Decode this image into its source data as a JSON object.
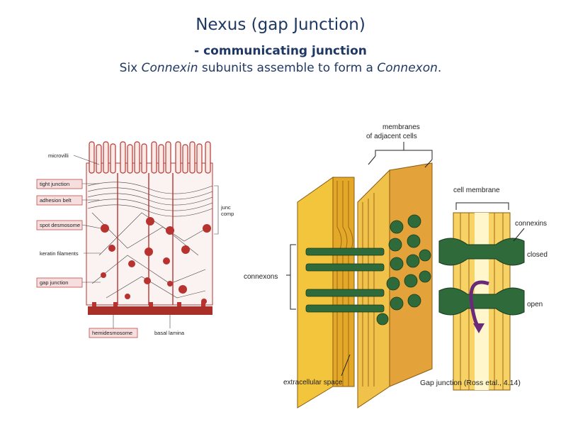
{
  "slide": {
    "title": "Nexus (gap Junction)",
    "subtitle": "- communicating junction",
    "line3": {
      "part1": "Six ",
      "em1": "Connexin",
      "part2": " subunits assemble to form a ",
      "em2": "Connexon",
      "part3": "."
    }
  },
  "left_figure": {
    "labels": {
      "microvilli": "microvilli",
      "tight_junction": "tight junction",
      "adhesion_belt": "adhesion belt",
      "spot_desmosome": "spot desmosome",
      "keratin_filaments": "keratin filaments",
      "gap_junction": "gap junction",
      "hemidesmosome": "hemidesmosome",
      "basal_lamina": "basal lamina",
      "junc1": "junc",
      "junc2": "comp"
    }
  },
  "right_figure": {
    "labels": {
      "membranes1": "membranes",
      "membranes2": "of adjacent cells",
      "cell_membrane": "cell membrane",
      "connexins": "connexins",
      "closed": "closed",
      "open": "open",
      "connexons": "connexons",
      "extracellular": "extracellular space",
      "caption": "Gap junction (Ross etal., 4.14)"
    }
  },
  "colors": {
    "title": "#1f3864",
    "membrane_yellow": "#f2c53d",
    "membrane_dark": "#d89a1c",
    "connexon_green": "#2f6b3a",
    "arrow_purple": "#6a2a7a",
    "red_dot": "#b8332f"
  }
}
